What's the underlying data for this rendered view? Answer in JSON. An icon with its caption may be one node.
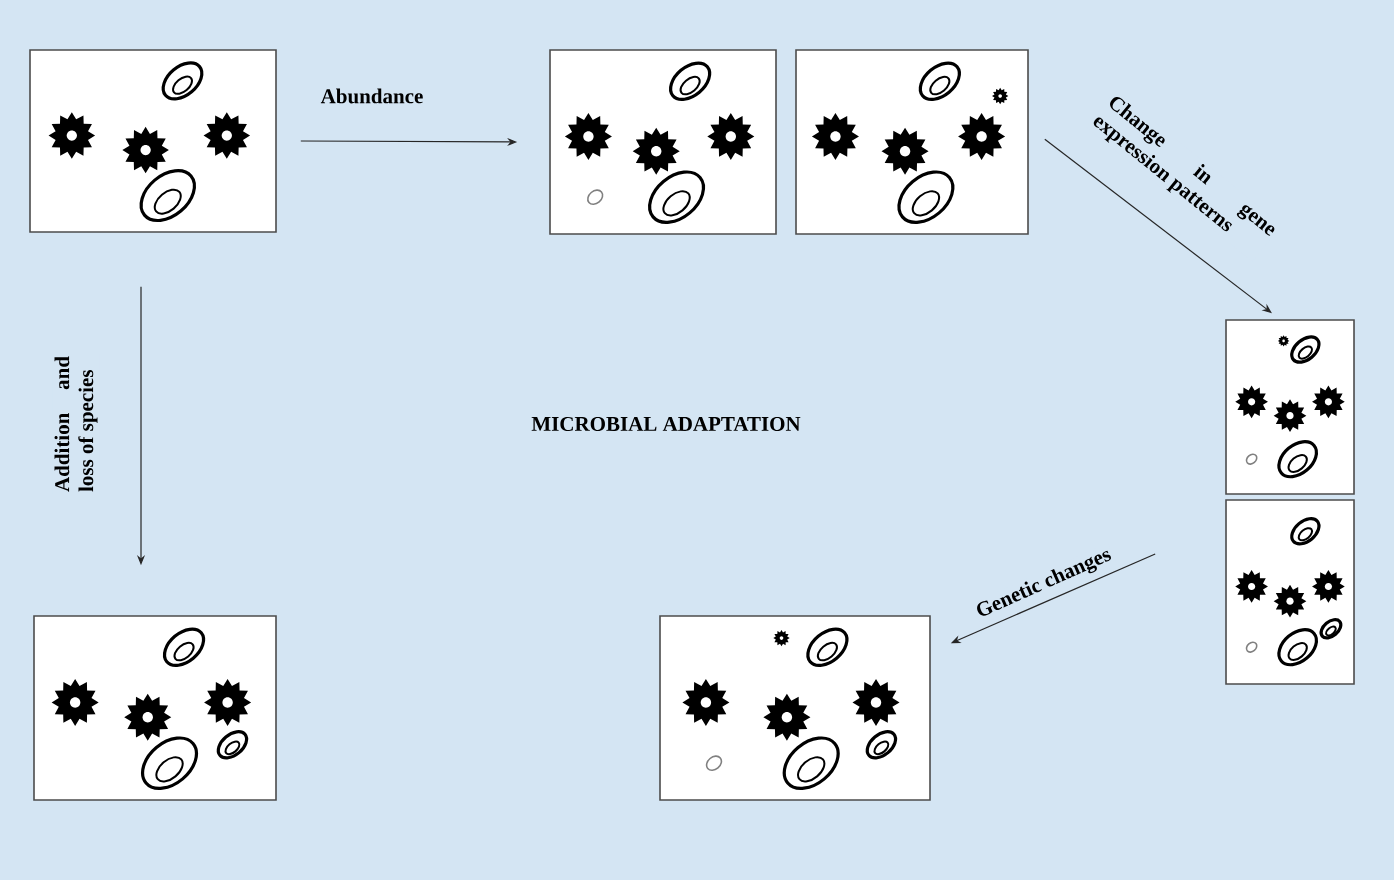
{
  "diagram": {
    "title": "MICROBIAL ADAPTATION",
    "nodes": [
      {
        "text": [],
        "shape": "picture"
      },
      {
        "text": [],
        "shape": "picture"
      },
      {
        "text": [],
        "shape": "picture"
      },
      {
        "text": [],
        "shape": "picture"
      },
      {
        "text": [],
        "shape": "picture"
      },
      {
        "text": [],
        "shape": "picture"
      },
      {
        "text": [],
        "shape": "picture"
      }
    ],
    "edges": [
      {
        "from": 0,
        "to": 1,
        "arrow": "to",
        "label": "Abundance"
      },
      {
        "from": 0,
        "to": 5,
        "arrow": "to",
        "label": "Addition and loss of species"
      },
      {
        "from": 2,
        "to": 3,
        "arrow": "to",
        "label": "Change in gene expression patterns"
      },
      {
        "from": 4,
        "to": 6,
        "arrow": "to",
        "label": "Genetic changes"
      }
    ]
  }
}
